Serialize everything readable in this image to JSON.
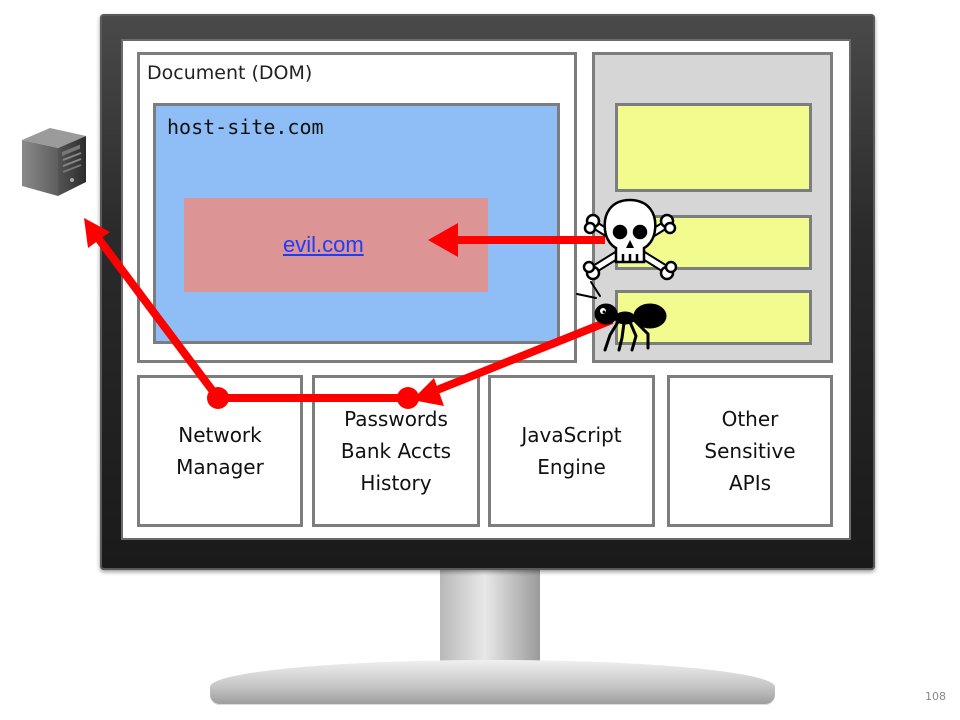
{
  "document": {
    "title": "Document (DOM)"
  },
  "host": {
    "title": "host-site.com"
  },
  "evil": {
    "link_text": "evil.com"
  },
  "apis": [
    {
      "label": "Network\nManager"
    },
    {
      "label": "Passwords\nBank Accts\nHistory"
    },
    {
      "label": "JavaScript\nEngine"
    },
    {
      "label": "Other\nSensitive\nAPIs"
    }
  ],
  "slide": {
    "page_number": "108"
  },
  "icons": {
    "server": "server-icon",
    "skull": "skull-crossbones-icon",
    "bug": "ant-bug-icon"
  },
  "colors": {
    "arrow": "#ff0000",
    "host_bg": "#8fbdf5",
    "evil_bg": "#dc9494",
    "yellow_bg": "#f2fb8d",
    "link": "#1a3dff"
  }
}
